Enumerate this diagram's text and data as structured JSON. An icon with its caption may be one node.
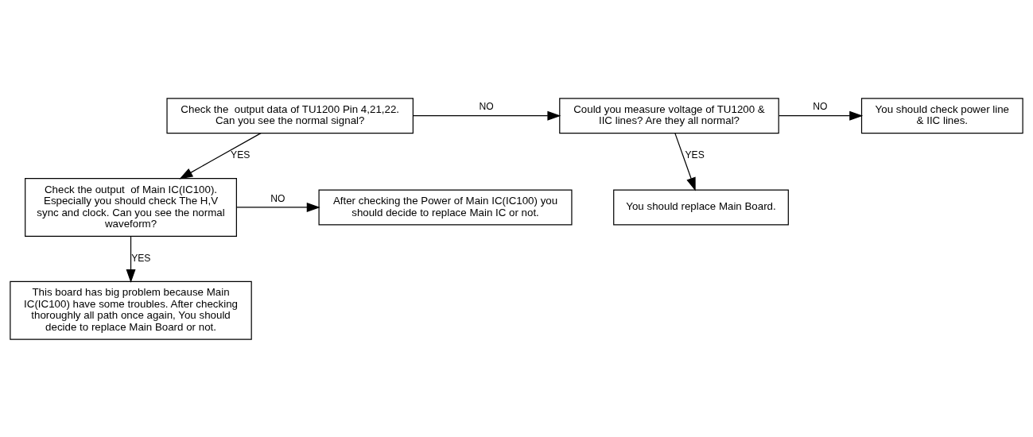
{
  "diagram": {
    "nodes": [
      {
        "text": [
          "Check the  output data of TU1200 Pin 4,21,22. Can you see the normal signal?"
        ]
      },
      {
        "text": [
          "Could you measure voltage of TU1200 & IIC lines? Are they all normal?"
        ]
      },
      {
        "text": [
          "You should check power line & IIC lines."
        ]
      },
      {
        "text": [
          "You should replace Main Board."
        ]
      },
      {
        "text": [
          "Check the output  of Main IC(IC100). Especially you should check The H,V sync and clock. Can you see the normal waveform?"
        ]
      },
      {
        "text": [
          "After checking the Power of Main IC(IC100) you should decide to replace Main IC or not."
        ]
      },
      {
        "text": [
          "This board has big problem because Main IC(IC100) have some troubles. After checking thoroughly all path once again, You should decide to replace Main Board or not."
        ]
      }
    ],
    "edges": [
      {
        "from": 0,
        "to": 1,
        "arrow": "to",
        "label": "NO"
      },
      {
        "from": 1,
        "to": 2,
        "arrow": "to",
        "label": "NO"
      },
      {
        "from": 1,
        "to": 3,
        "arrow": "to",
        "label": "YES"
      },
      {
        "from": 0,
        "to": 4,
        "arrow": "to",
        "label": "YES"
      },
      {
        "from": 4,
        "to": 5,
        "arrow": "to",
        "label": "NO"
      },
      {
        "from": 4,
        "to": 6,
        "arrow": "to",
        "label": "YES"
      }
    ]
  }
}
